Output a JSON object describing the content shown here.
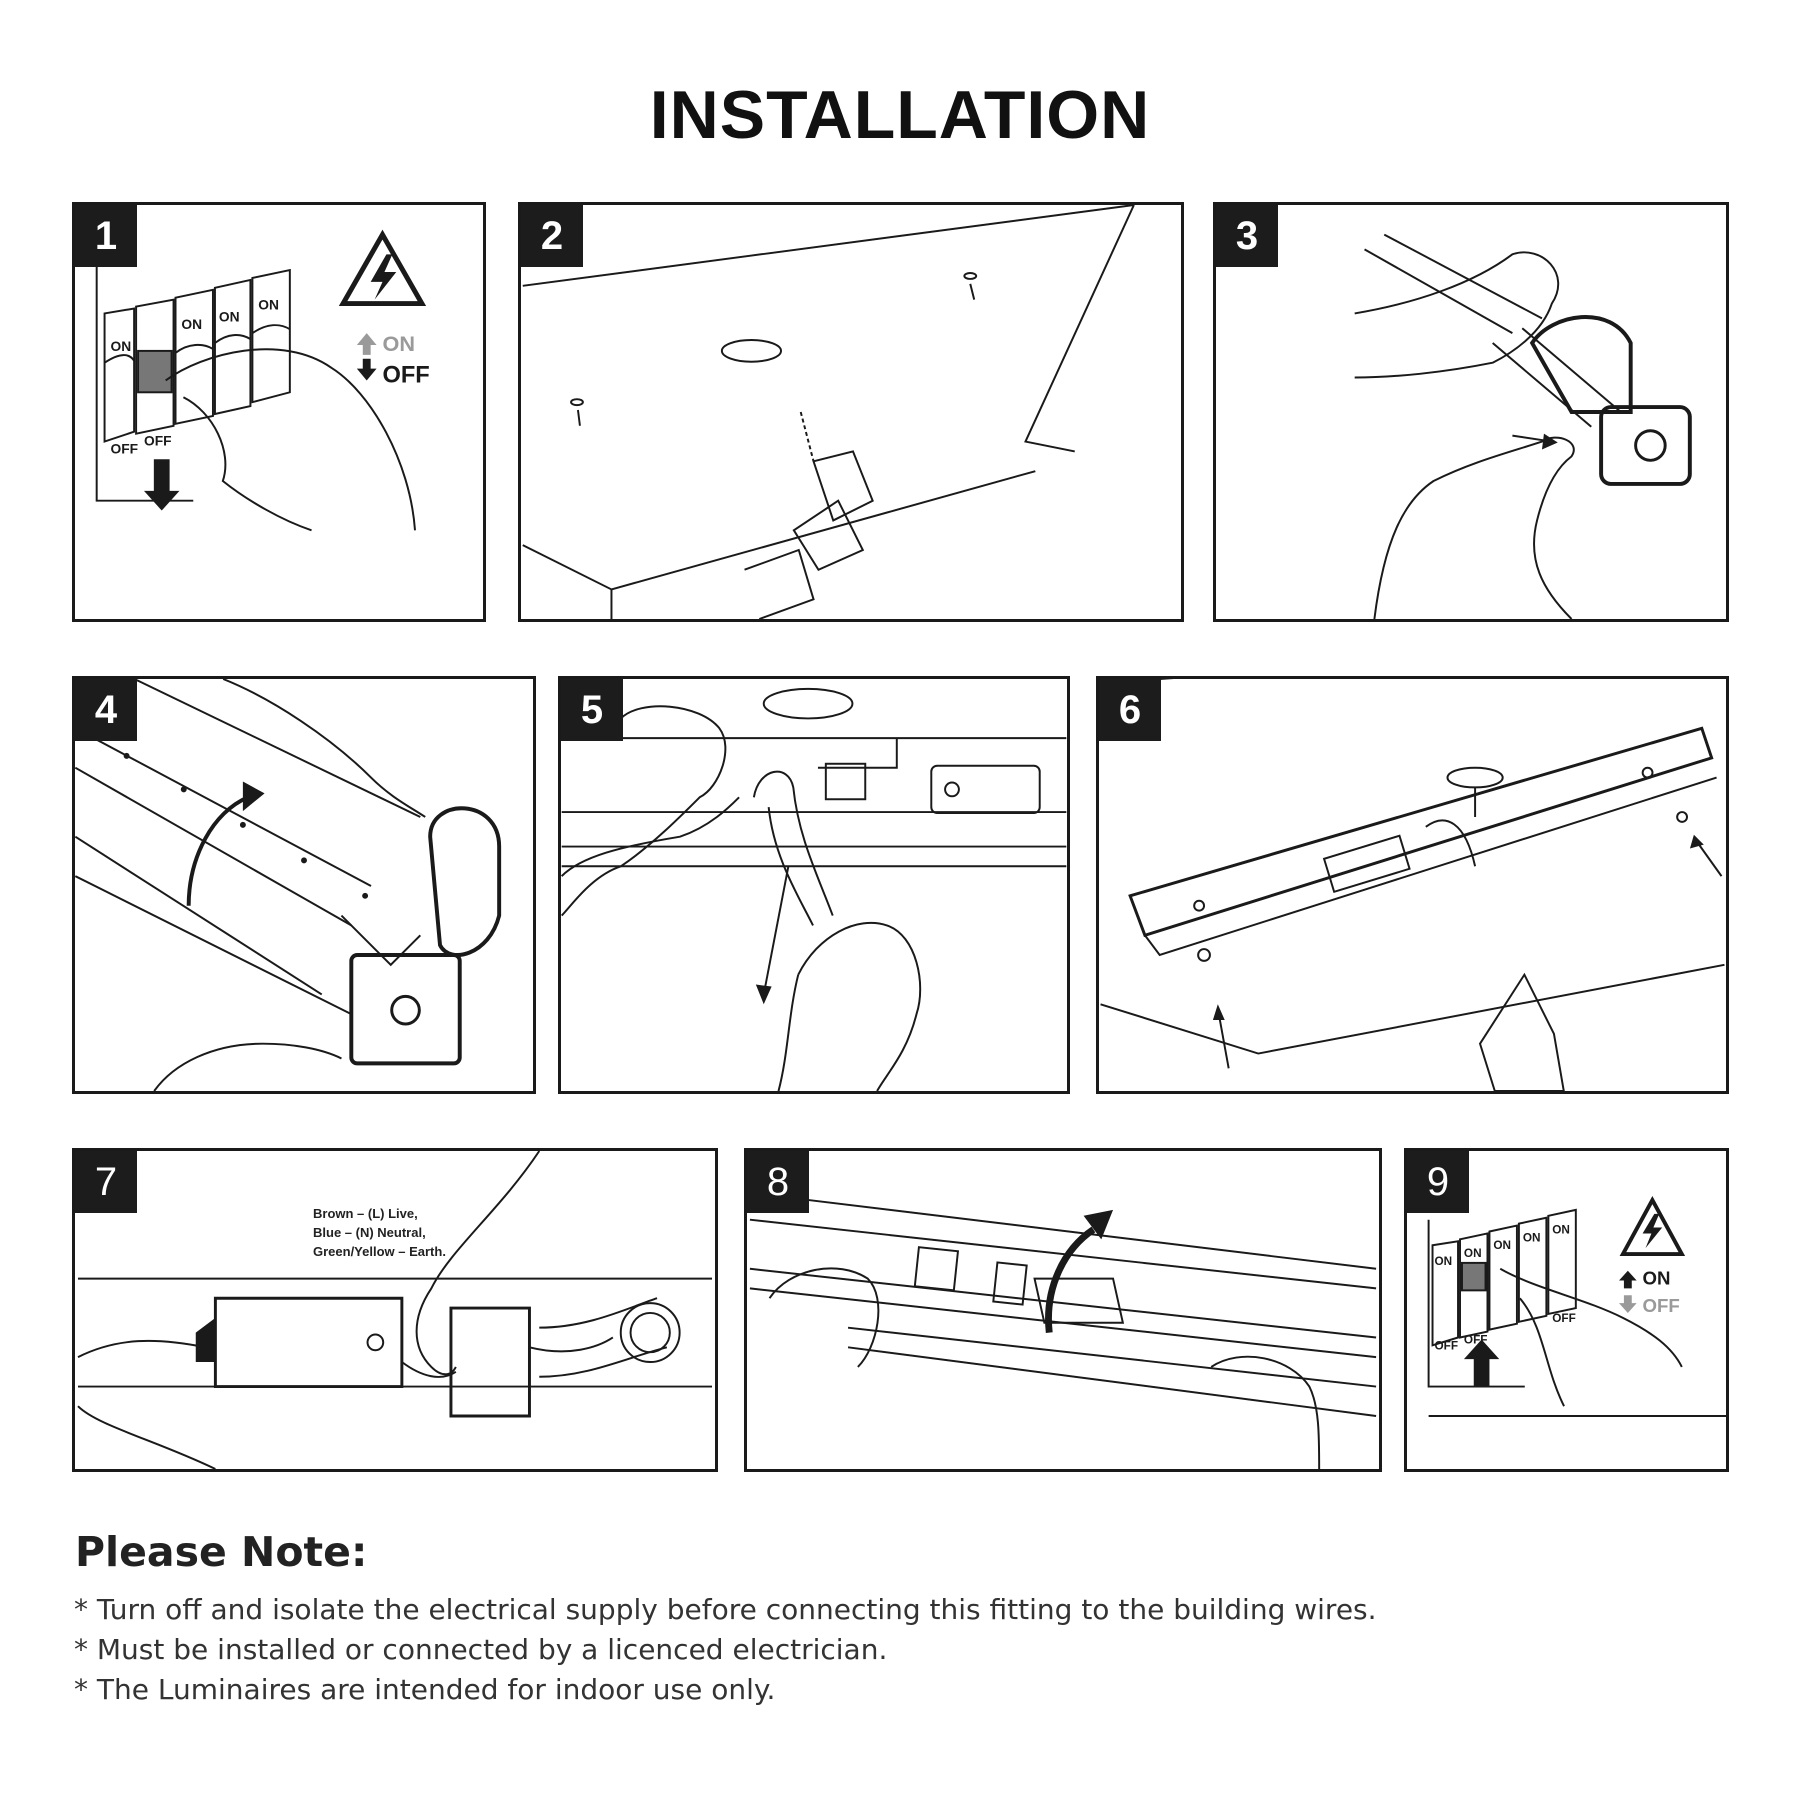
{
  "title": "INSTALLATION",
  "steps": [
    {
      "number": "1",
      "switch_labels": {
        "on": "ON",
        "off": "OFF"
      },
      "legend": {
        "on": "ON",
        "off": "OFF"
      }
    },
    {
      "number": "2"
    },
    {
      "number": "3"
    },
    {
      "number": "4"
    },
    {
      "number": "5"
    },
    {
      "number": "6"
    },
    {
      "number": "7",
      "wiring_note": [
        "Brown – (L) Live,",
        "Blue –  (N) Neutral,",
        "Green/Yellow – Earth."
      ]
    },
    {
      "number": "8"
    },
    {
      "number": "9",
      "switch_labels": {
        "on": "ON",
        "off": "OFF"
      },
      "legend": {
        "on": "ON",
        "off": "OFF"
      }
    }
  ],
  "note": {
    "heading": "Please Note:",
    "items": [
      "* Turn off and isolate the electrical supply before connecting this fitting to the building wires.",
      "* Must be installed or connected by a licenced electrician.",
      "* The Luminaires are intended for indoor use only."
    ]
  },
  "colors": {
    "line": "#1a1a1a",
    "badge": "#1c1c1c",
    "muted": "#9a9a9a"
  }
}
